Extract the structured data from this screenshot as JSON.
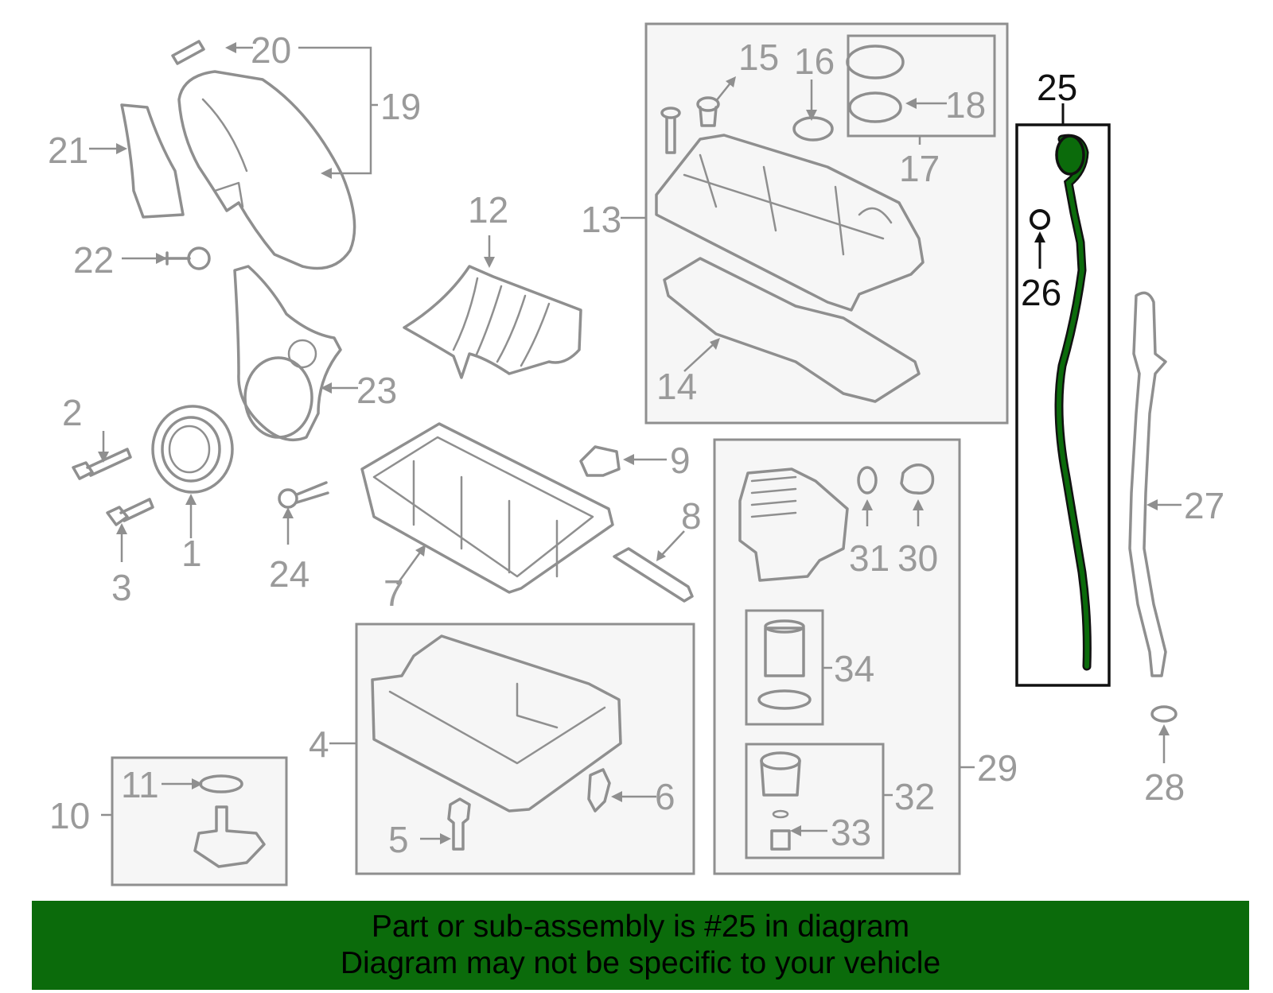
{
  "callouts": {
    "c1": "1",
    "c2": "2",
    "c3": "3",
    "c4": "4",
    "c5": "5",
    "c6": "6",
    "c7": "7",
    "c8": "8",
    "c9": "9",
    "c10": "10",
    "c11": "11",
    "c12": "12",
    "c13": "13",
    "c14": "14",
    "c15": "15",
    "c16": "16",
    "c17": "17",
    "c18": "18",
    "c19": "19",
    "c20": "20",
    "c21": "21",
    "c22": "22",
    "c23": "23",
    "c24": "24",
    "c25": "25",
    "c26": "26",
    "c27": "27",
    "c28": "28",
    "c29": "29",
    "c30": "30",
    "c31": "31",
    "c32": "32",
    "c33": "33",
    "c34": "34"
  },
  "highlight": {
    "part": "25",
    "color": "#0b6b0b"
  },
  "banner": {
    "line1": "Part or sub-assembly is #25 in diagram",
    "line2": "Diagram may not be specific to your vehicle",
    "color": "#0b6b0b"
  }
}
